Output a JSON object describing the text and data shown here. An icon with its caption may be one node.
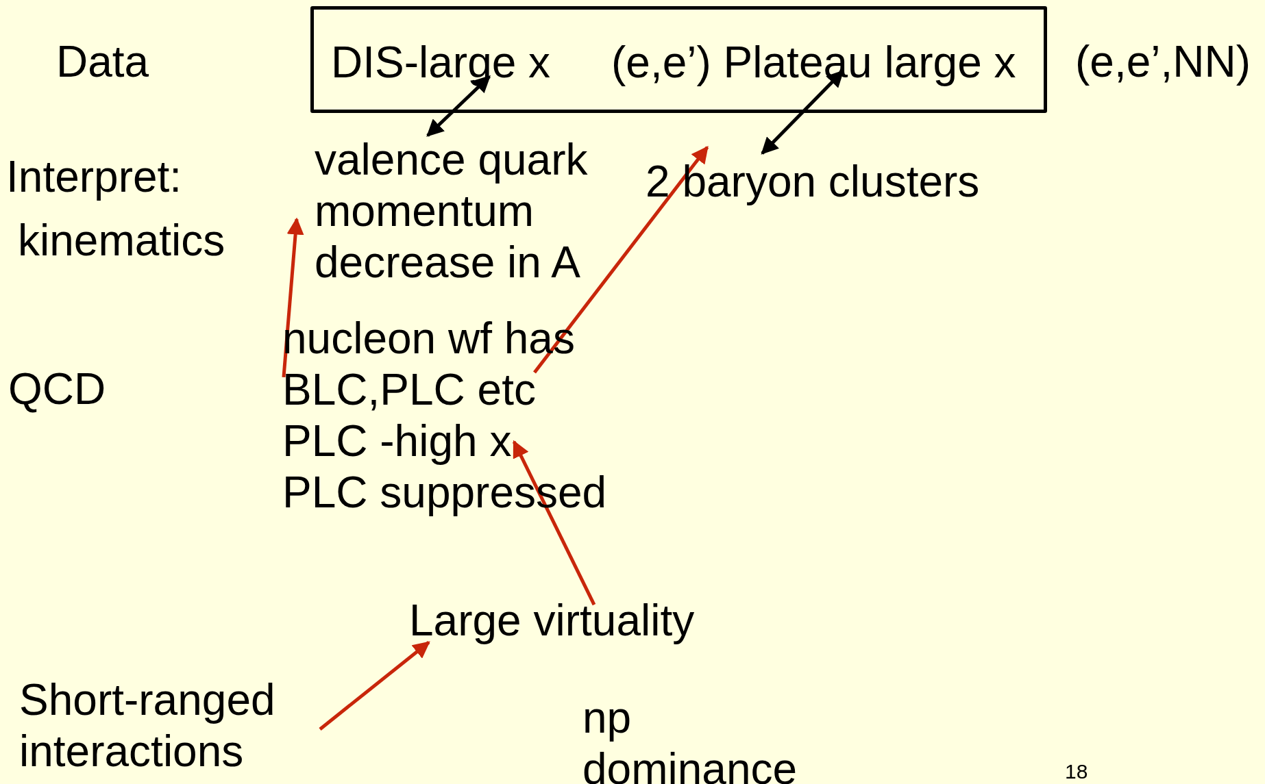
{
  "diagram": {
    "nodes": [
      {
        "text": [],
        "shape": "box"
      },
      {
        "text": [
          "DIS-large x"
        ],
        "in": 0
      },
      {
        "text": [
          "(e,e’) Plateau large x"
        ],
        "in": 0
      },
      {
        "text": [
          "valence quark momentum decrease in A"
        ]
      },
      {
        "text": [
          "2 baryon clusters"
        ]
      },
      {
        "text": [
          "nucleon wf has BLC,PLC etc",
          "PLC -high x",
          "PLC suppressed"
        ]
      },
      {
        "text": [
          "Large virtuality"
        ]
      },
      {
        "text": [
          "Short-ranged interactions"
        ]
      },
      {
        "text": [
          "np dominance"
        ]
      }
    ],
    "edges": [
      {
        "from": 1,
        "to": 3,
        "arrow": "both",
        "color": "#000000"
      },
      {
        "from": 2,
        "to": 4,
        "arrow": "both",
        "color": "#000000"
      },
      {
        "from": 5,
        "to": 3,
        "arrow": "to"
      },
      {
        "from": 5,
        "to": 4,
        "arrow": "to"
      },
      {
        "from": 6,
        "to": 5,
        "arrow": "to"
      },
      {
        "from": 7,
        "to": 6,
        "arrow": "to"
      }
    ],
    "labels": [
      "Data",
      "(e,e’,NN)",
      "Interpret:",
      "kinematics",
      "QCD",
      "18"
    ]
  }
}
